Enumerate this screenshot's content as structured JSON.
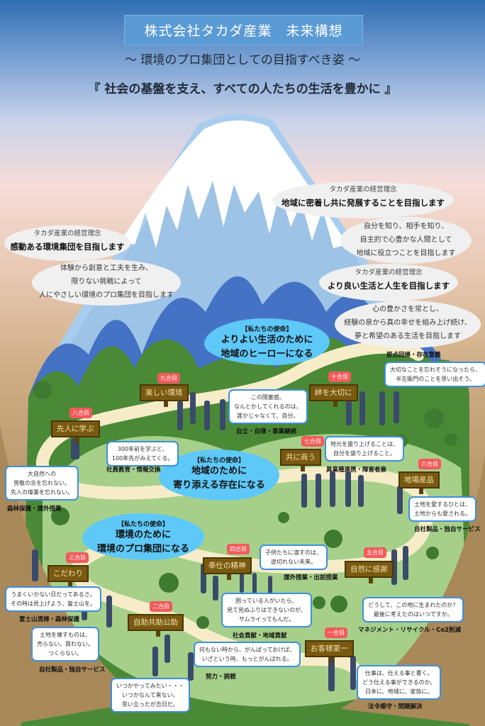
{
  "header": {
    "title": "株式会社タカダ産業　未来構想",
    "subtitle": "～ 環境のプロ集団としての目指すべき姿 ～",
    "motto": "『 社会の基盤を支え、すべての人たちの生活を豊かに 』"
  },
  "philosophies": [
    {
      "label": "タカダ産業の経営理念",
      "heading": "地域に密着し共に発展することを目指します",
      "lines": [
        "自分を知り、相手を知り、",
        "自主的で心豊かな人間として",
        "地域に役立つことを目指します"
      ]
    },
    {
      "label": "タカダ産業の経営理念",
      "heading": "感動ある環境集団を目指します",
      "lines": [
        "体験から創意と工夫を生み、",
        "限りない挑戦によって",
        "人にやさしい環境のプロ集団を目指します"
      ]
    },
    {
      "label": "タカダ産業の経営理念",
      "heading": "より良い生活と人生を目指します",
      "lines": [
        "心の豊かさを常とし、",
        "経験の泉から真の幸せを組み上げ続け、",
        "夢と希望のある生活を目指します"
      ]
    }
  ],
  "missions": [
    {
      "label": "【私たちの使命】",
      "line1": "よりよい生活のために",
      "line2": "地域のヒーローになる"
    },
    {
      "label": "【私たちの使命】",
      "line1": "地域のために",
      "line2": "寄り添える存在になる"
    },
    {
      "label": "【私たちの使命】",
      "line1": "環境のために",
      "line2": "環境のプロ集団になる"
    }
  ],
  "stations": [
    {
      "stage": "十合目",
      "sign": "絆を大切に"
    },
    {
      "stage": "九合目",
      "sign": "楽しい環境"
    },
    {
      "stage": "八合目",
      "sign": "先人に学ぶ"
    },
    {
      "stage": "七合目",
      "sign": "共に商う"
    },
    {
      "stage": "六合目",
      "sign": "地場産品"
    },
    {
      "stage": "五合目",
      "sign": "自然に感謝"
    },
    {
      "stage": "四合目",
      "sign": "奉仕の精神"
    },
    {
      "stage": "三合目",
      "sign": "こだわり"
    },
    {
      "stage": "二合目",
      "sign": "自助共助公助"
    },
    {
      "stage": "一合目",
      "sign": "お客様第一"
    }
  ],
  "messages": [
    {
      "lines": [
        "大切なことを忘れそうになったら、",
        "半左衛門のことを思い出そう。"
      ],
      "caption": "原点回帰・存在意義"
    },
    {
      "lines": [
        "この閉塞感。",
        "なんとかしてくれるのは、",
        "誰かじゃなくて、自分。"
      ],
      "caption": "自立・自律・事業継続"
    },
    {
      "lines": [
        "300年前を学ぶと、",
        "100年先がみえてくる。"
      ],
      "caption": "社員教育・情報交換"
    },
    {
      "lines": [
        "地元を盛り上げることは、",
        "自分を盛り上げること。"
      ],
      "caption": "異業種連携・障害者雇"
    },
    {
      "lines": [
        "大自然への",
        "畏敬の念を忘れない。",
        "先人の偉業を忘れない。"
      ],
      "caption": "森林保護・課外授業"
    },
    {
      "lines": [
        "土地を愛するひとは、",
        "土地からも愛される。"
      ],
      "caption": "自社製品・独自サービス"
    },
    {
      "lines": [
        "子供たちに渡すのは、",
        "途切れない未来。"
      ],
      "caption": "課外授業・出前授業"
    },
    {
      "lines": [
        "うまくいかない日だってあるさ。",
        "その時は見上げよう、富士山を。"
      ],
      "caption": "富士山清掃・森林保護"
    },
    {
      "lines": [
        "困っている人がいたら、",
        "見て見ぬふりはできないのが、",
        "サムライってもんだ。"
      ],
      "caption": "社会貢献・地域貢献"
    },
    {
      "lines": [
        "どうして、この地に生まれたのか？",
        "最後に考えたのはいつですか。"
      ],
      "caption": "マネジメント・リサイクル・Co2削減"
    },
    {
      "lines": [
        "土地を壊すものは、",
        "売らない。買わない。",
        "つくらない。"
      ],
      "caption": "自社製品・独自サービス"
    },
    {
      "lines": [
        "何もない時から、がんばっておけば、",
        "いざという時、もっとがんばれる。"
      ],
      "caption": "努力・挑戦"
    },
    {
      "lines": [
        "いつかやってみたい・・・",
        "いつかなんて来ない。",
        "思い立ったが吉日だ。"
      ],
      "caption": ""
    },
    {
      "lines": [
        "仕事は、仕える事と書く。",
        "どう仕える事ができるのか。",
        "日本に、地域に、家族に。"
      ],
      "caption": "法令順守・問題解決"
    }
  ]
}
